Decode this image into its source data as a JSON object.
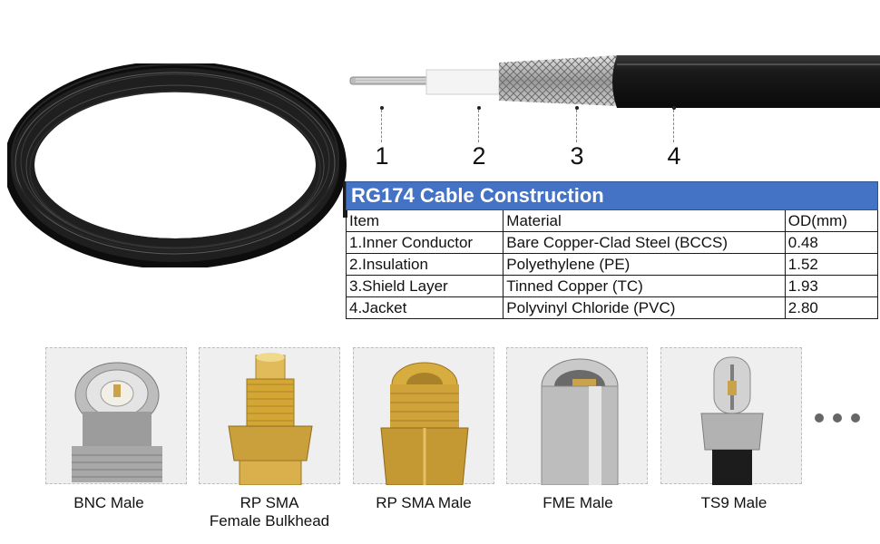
{
  "diagram": {
    "layer_numbers": [
      "1",
      "2",
      "3",
      "4"
    ]
  },
  "table": {
    "title": "RG174 Cable Construction",
    "headers": [
      "Item",
      "Material",
      "OD(mm)"
    ],
    "rows": [
      [
        "1.Inner Conductor",
        "Bare Copper-Clad Steel (BCCS)",
        "0.48"
      ],
      [
        "2.Insulation",
        "Polyethylene (PE)",
        "1.52"
      ],
      [
        "3.Shield Layer",
        "Tinned Copper (TC)",
        "1.93"
      ],
      [
        "4.Jacket",
        "Polyvinyl Chloride (PVC)",
        "2.80"
      ]
    ]
  },
  "connectors": [
    {
      "label": "BNC Male"
    },
    {
      "label": "RP SMA\nFemale Bulkhead"
    },
    {
      "label": "RP SMA Male"
    },
    {
      "label": "FME Male"
    },
    {
      "label": "TS9 Male"
    }
  ],
  "colors": {
    "table_header": "#4472c4",
    "cable_black": "#1b1b1b",
    "gold": "#d4a634",
    "silver": "#b8b8b8"
  }
}
